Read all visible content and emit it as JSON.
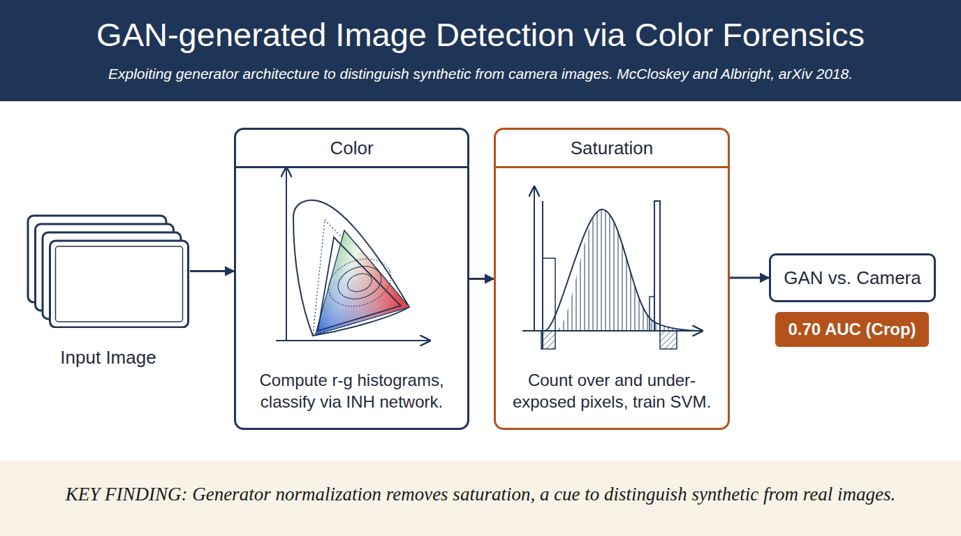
{
  "diagram": {
    "title": "GAN-generated Image Detection via Color Forensics",
    "caption": "KEY FINDING: Generator normalization removes saturation, a cue to distinguish synthetic from real images.",
    "nodes": [
      {
        "text": [
          "Input Image"
        ]
      },
      {
        "text": [
          "Color",
          "Compute r-g histograms, classify via INH network."
        ]
      },
      {
        "text": [
          "Saturation",
          "Count over and under-exposed pixels, train SVM."
        ]
      },
      {
        "text": [
          "GAN vs. Camera"
        ]
      },
      {
        "text": [
          "0.70 AUC (Crop)"
        ]
      }
    ],
    "edges": [
      {
        "from": 0,
        "to": 1,
        "arrow": "to"
      },
      {
        "from": 1,
        "to": 2,
        "arrow": "to"
      },
      {
        "from": 2,
        "to": 3,
        "arrow": "to"
      }
    ],
    "labels": [
      "Exploiting generator architecture to distinguish synthetic from camera images. McCloskey and Albright, arXiv 2018."
    ]
  }
}
